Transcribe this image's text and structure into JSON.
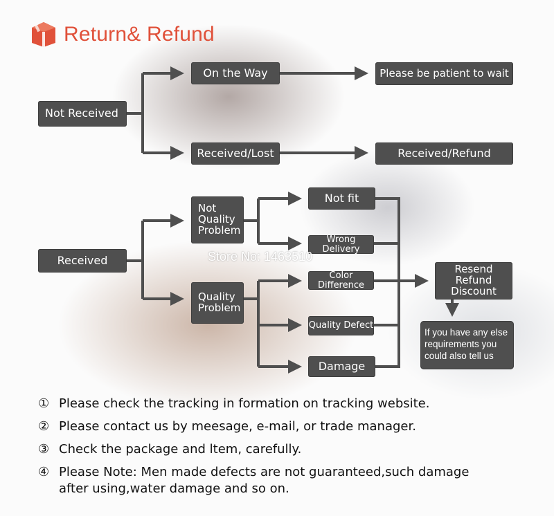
{
  "header": {
    "title": "Return& Refund",
    "icon": "package-box-icon",
    "title_color": "#e0513a",
    "icon_color": "#e0513a"
  },
  "flow": {
    "node_color": "#4f4f4f",
    "arrow_color": "#4f4f4f",
    "not_received": "Not Received",
    "on_the_way": "On the Way",
    "be_patient": "Please be patient to wait",
    "received_lost": "Received/Lost",
    "received_refund": "Received/Refund",
    "received": "Received",
    "not_quality_problem": "Not\nQuality\nProblem",
    "quality_problem": "Quality\nProblem",
    "not_fit": "Not fit",
    "wrong_delivery": "Wrong Delivery",
    "color_difference": "Color Difference",
    "quality_defect": "Quality Defect",
    "damage": "Damage",
    "resend_refund_discount": "Resend\nRefund\nDiscount",
    "extra_requirements": "If you have any else\nrequirements you\ncould also tell us"
  },
  "watermark": "Store No: 1463510",
  "notes": [
    {
      "num": "①",
      "text": "Please check the tracking in formation on tracking website."
    },
    {
      "num": "②",
      "text": "Please contact us by meesage, e-mail, or trade manager."
    },
    {
      "num": "③",
      "text": "Check the package and ltem, carefully."
    },
    {
      "num": "④",
      "text": "Please Note: Men made defects  are not guaranteed,such damage\nafter using,water damage and so on."
    }
  ]
}
